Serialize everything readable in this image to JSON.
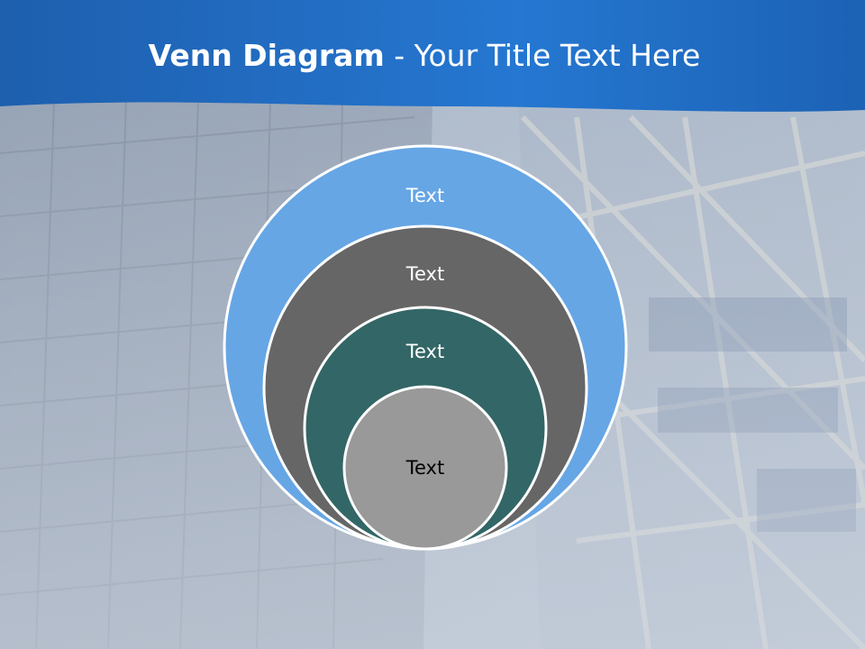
{
  "title": {
    "bold": "Venn Diagram",
    "rest": " - Your Title Text Here"
  },
  "colors": {
    "header_blue": "#1f6fc4",
    "ring_outer": "#66a6e5",
    "ring_second": "#666666",
    "ring_third": "#336666",
    "ring_inner": "#999999"
  },
  "rings": [
    {
      "label": "Text"
    },
    {
      "label": "Text"
    },
    {
      "label": "Text"
    },
    {
      "label": "Text"
    }
  ]
}
